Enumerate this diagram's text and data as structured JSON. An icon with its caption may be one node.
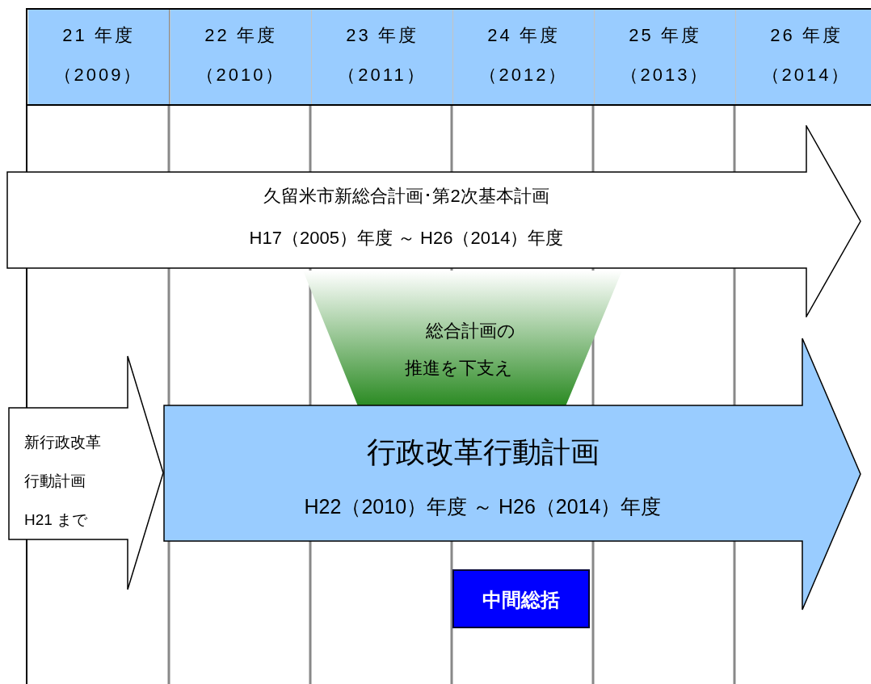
{
  "diagram": {
    "nodes": [
      {
        "text": [
          "21 年度",
          "（2009）"
        ]
      },
      {
        "text": [
          "22 年度",
          "（2010）"
        ]
      },
      {
        "text": [
          "23 年度",
          "（2011）"
        ]
      },
      {
        "text": [
          "24 年度",
          "（2012）"
        ]
      },
      {
        "text": [
          "25 年度",
          "（2013）"
        ]
      },
      {
        "text": [
          "26 年度",
          "（2014）"
        ]
      },
      {
        "text": [
          "久留米市新総合計画･第2次基本計画",
          "H17（2005）年度 ～ H26（2014）年度"
        ]
      },
      {
        "text": [
          "総合計画の推進を下支え"
        ]
      },
      {
        "text": [
          "新行政改革行動計画H21 まで"
        ]
      },
      {
        "text": [
          "行政改革行動計画",
          "H22（2010）年度 ～ H26（2014）年度"
        ]
      },
      {
        "text": [
          "中間総括"
        ]
      }
    ],
    "edges": []
  }
}
